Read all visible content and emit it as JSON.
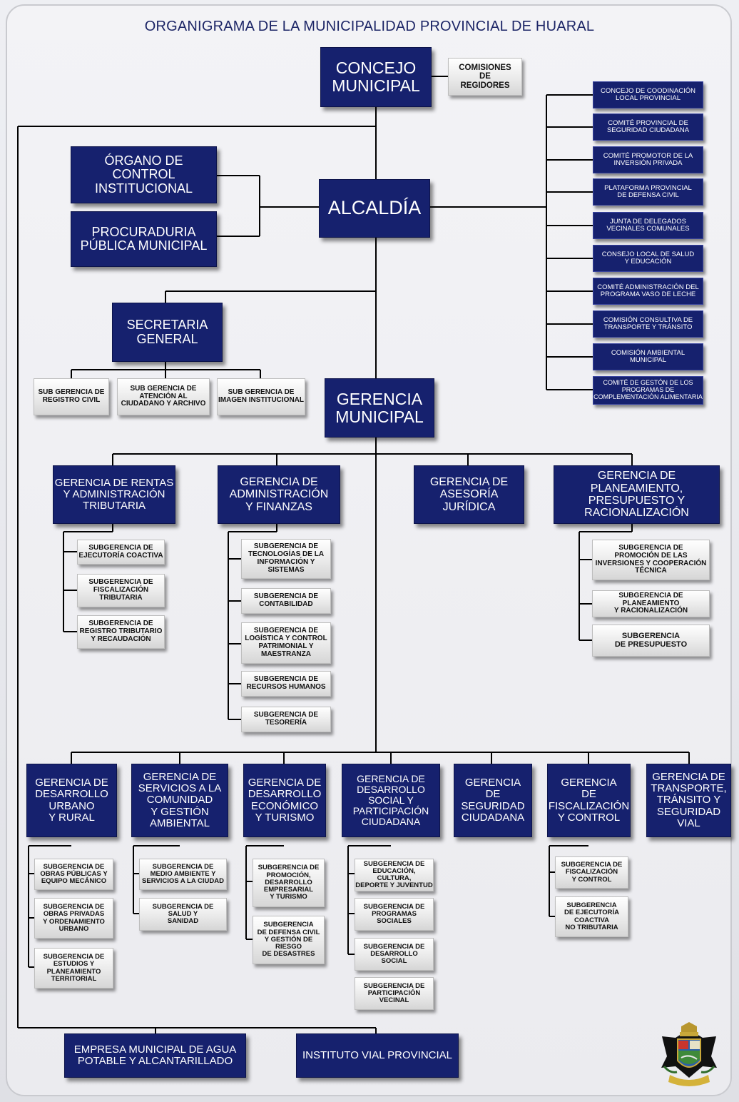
{
  "title": "ORGANIGRAMA DE LA MUNICIPALIDAD PROVINCIAL DE HUARAL",
  "top": {
    "concejo": "CONCEJO\nMUNICIPAL",
    "comisiones": "COMISIONES\nDE\nREGIDORES",
    "oci": "ÓRGANO DE\nCONTROL\nINSTITUCIONAL",
    "procuraduria": "PROCURADURIA\nPÚBLICA MUNICIPAL",
    "alcaldia": "ALCALDÍA"
  },
  "committees": [
    "CONCEJO DE COODINACIÓN\nLOCAL PROVINCIAL",
    "COMITÉ PROVINCIAL DE\nSEGURIDAD CIUDADANA",
    "COMITÉ PROMOTOR DE LA\nINVERSIÓN PRIVADA",
    "PLATAFORMA PROVINCIAL\nDE DEFENSA CIVIL",
    "JUNTA DE DELEGADOS\nVECINALES COMUNALES",
    "CONSEJO LOCAL DE SALUD\nY EDUCACIÓN",
    "COMITÉ ADMINISTRACIÓN DEL\nPROGRAMA VASO DE LECHE",
    "COMISIÓN CONSULTIVA DE\nTRANSPORTE Y TRÁNSITO",
    "COMISIÓN AMBIENTAL\nMUNICIPAL",
    "COMITÉ DE GESTÓN DE LOS\nPROGRAMAS DE\nCOMPLEMENTACIÓN ALIMENTARIA"
  ],
  "secretaria": {
    "title": "SECRETARIA\nGENERAL",
    "subs": [
      "SUB GERENCIA DE\nREGISTRO CIVIL",
      "SUB GERENCIA DE\nATENCIÓN AL\nCIUDADANO Y ARCHIVO",
      "SUB GERENCIA DE\nIMAGEN INSTITUCIONAL"
    ]
  },
  "gerencia_municipal": "GERENCIA\nMUNICIPAL",
  "row1": [
    {
      "title": "GERENCIA DE RENTAS\nY ADMINISTRACIÓN\nTRIBUTARIA",
      "subs": [
        "SUBGERENCIA DE\nEJECUTORÍA COACTIVA",
        "SUBGERENCIA DE\nFISCALIZACIÓN\nTRIBUTARIA",
        "SUBGERENCIA DE\nREGISTRO TRIBUTARIO\nY RECAUDACIÓN"
      ]
    },
    {
      "title": "GERENCIA DE\nADMINISTRACIÓN\nY FINANZAS",
      "subs": [
        "SUBGERENCIA DE\nTECNOLOGÍAS DE LA\nINFORMACIÓN Y\nSISTEMAS",
        "SUBGERENCIA DE\nCONTABILIDAD",
        "SUBGERENCIA DE\nLOGÍSTICA Y CONTROL\nPATRIMONIAL Y\nMAESTRANZA",
        "SUBGERENCIA DE\nRECURSOS HUMANOS",
        "SUBGERENCIA DE\nTESORERÍA"
      ]
    },
    {
      "title": "GERENCIA DE\nASESORÍA\nJURÍDICA",
      "subs": []
    },
    {
      "title": "GERENCIA DE PLANEAMIENTO,\nPRESUPUESTO Y\nRACIONALIZACIÓN",
      "subs": [
        "SUBGERENCIA DE\nPROMOCIÓN DE LAS\nINVERSIONES Y COOPERACIÓN\nTÉCNICA",
        "SUBGERENCIA DE PLANEAMIENTO\nY RACIONALIZACIÓN",
        "SUBGERENCIA\nDE PRESUPUESTO"
      ]
    }
  ],
  "row2": [
    {
      "title": "GERENCIA DE\nDESARROLLO\nURBANO\nY RURAL",
      "subs": [
        "SUBGERENCIA DE\nOBRAS PÚBLICAS Y\nEQUIPO MECÁNICO",
        "SUBGERENCIA DE\nOBRAS PRIVADAS\nY ORDENAMIENTO\nURBANO",
        "SUBGERENCIA DE\nESTUDIOS Y\nPLANEAMIENTO\nTERRITORIAL"
      ]
    },
    {
      "title": "GERENCIA DE\nSERVICIOS A LA\nCOMUNIDAD\nY GESTIÓN\nAMBIENTAL",
      "subs": [
        "SUBGERENCIA DE\nMEDIO AMBIENTE Y\nSERVICIOS A LA CIUDAD",
        "SUBGERENCIA DE\nSALUD Y\nSANIDAD"
      ]
    },
    {
      "title": "GERENCIA DE\nDESARROLLO\nECONÓMICO\nY TURISMO",
      "subs": [
        "SUBGERENCIA DE\nPROMOCIÓN,\nDESARROLLO\nEMPRESARIAL\nY TURISMO",
        "SUBGERENCIA\nDE DEFENSA CIVIL\nY GESTIÓN DE\nRIESGO\nDE DESASTRES"
      ]
    },
    {
      "title": "GERENCIA DE\nDESARROLLO\nSOCIAL Y\nPARTICIPACIÓN\nCIUDADANA",
      "subs": [
        "SUBGERENCIA DE\nEDUCACIÓN, CULTURA,\nDEPORTE Y JUVENTUD",
        "SUBGERENCIA DE\nPROGRAMAS\nSOCIALES",
        "SUBGERENCIA DE\nDESARROLLO\nSOCIAL",
        "SUBGERENCIA DE\nPARTICIPACIÓN\nVECINAL"
      ]
    },
    {
      "title": "GERENCIA\nDE\nSEGURIDAD\nCIUDADANA",
      "subs": []
    },
    {
      "title": "GERENCIA\nDE\nFISCALIZACIÓN\nY CONTROL",
      "subs": [
        "SUBGERENCIA DE\nFISCALIZACIÓN\nY CONTROL",
        "SUBGERENCIA\nDE EJECUTORÍA\nCOACTIVA\nNO TRIBUTARIA"
      ]
    },
    {
      "title": "GERENCIA DE\nTRANSPORTE,\nTRÁNSITO Y\nSEGURIDAD\nVIAL",
      "subs": []
    }
  ],
  "bottom": [
    "EMPRESA MUNICIPAL DE AGUA\nPOTABLE Y ALCANTARILLADO",
    "INSTITUTO VIAL PROVINCIAL"
  ],
  "colors": {
    "box_navy": "#16216e",
    "box_grey": "#e6e6e6",
    "title_text": "#1c2566",
    "lines": "#000000"
  }
}
